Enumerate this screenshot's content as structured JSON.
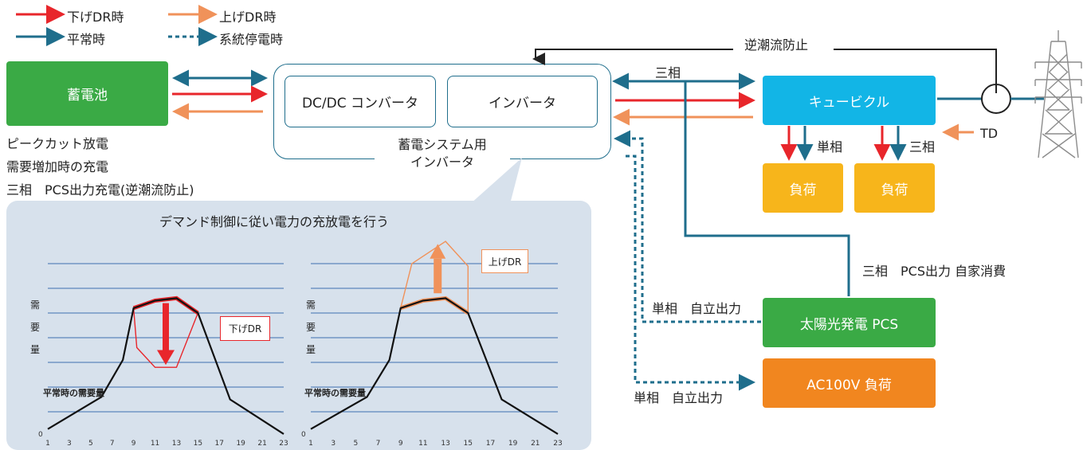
{
  "legend": {
    "down_dr": "下げDR時",
    "up_dr": "上げDR時",
    "normal": "平常時",
    "outage": "系統停電時"
  },
  "colors": {
    "down_dr": "#e8262b",
    "up_dr": "#f0925a",
    "normal": "#1f6e8c",
    "outage": "#1f6e8c"
  },
  "battery": {
    "label": "蓄電池",
    "notes": [
      "ピークカット放電",
      "需要増加時の充電",
      "三相　PCS出力充電(逆潮流防止)"
    ]
  },
  "inverter": {
    "dcdc": "DC/DC コンバータ",
    "inverter": "インバータ",
    "caption_line1": "蓄電システム用",
    "caption_line2": "インバータ"
  },
  "grid": {
    "reverse_flow": "逆潮流防止",
    "three_phase_top": "三相",
    "cubicle": "キュービクル",
    "td": "TD",
    "single_phase": "単相",
    "three_phase": "三相",
    "load1": "負荷",
    "load2": "負荷",
    "pv_output": "三相　PCS出力 自家消費",
    "pv_pcs": "太陽光発電 PCS",
    "independent1": "単相　自立出力",
    "ac_load": "AC100V 負荷",
    "independent2": "単相　自立出力"
  },
  "panel": {
    "title": "デマンド制御に従い電力の充放電を行う",
    "ylabel_chars": [
      "需",
      "要",
      "量"
    ],
    "normal_demand": "平常時の需要量",
    "down_label": "下げDR",
    "up_label": "上げDR"
  },
  "chart_data": [
    {
      "type": "line",
      "x": [
        1,
        6,
        8,
        9,
        11,
        13,
        15,
        18,
        23
      ],
      "series": [
        {
          "values": [
            0.3,
            1.6,
            3.1,
            5.2,
            5.5,
            5.6,
            5.0,
            1.5,
            0.1
          ]
        }
      ],
      "xticks": [
        1,
        3,
        5,
        7,
        9,
        11,
        13,
        15,
        17,
        19,
        21,
        23
      ],
      "yticks": [
        "0"
      ],
      "ylim": [
        0,
        8
      ],
      "annotation": "下げDR"
    },
    {
      "type": "line",
      "x": [
        1,
        6,
        8,
        9,
        11,
        13,
        15,
        18,
        23
      ],
      "series": [
        {
          "values": [
            0.3,
            1.6,
            3.1,
            5.2,
            5.5,
            5.6,
            5.0,
            1.5,
            0.1
          ]
        }
      ],
      "xticks": [
        1,
        3,
        5,
        7,
        9,
        11,
        13,
        15,
        17,
        19,
        21,
        23
      ],
      "yticks": [
        "0"
      ],
      "ylim": [
        0,
        8
      ],
      "annotation": "上げDR"
    }
  ]
}
